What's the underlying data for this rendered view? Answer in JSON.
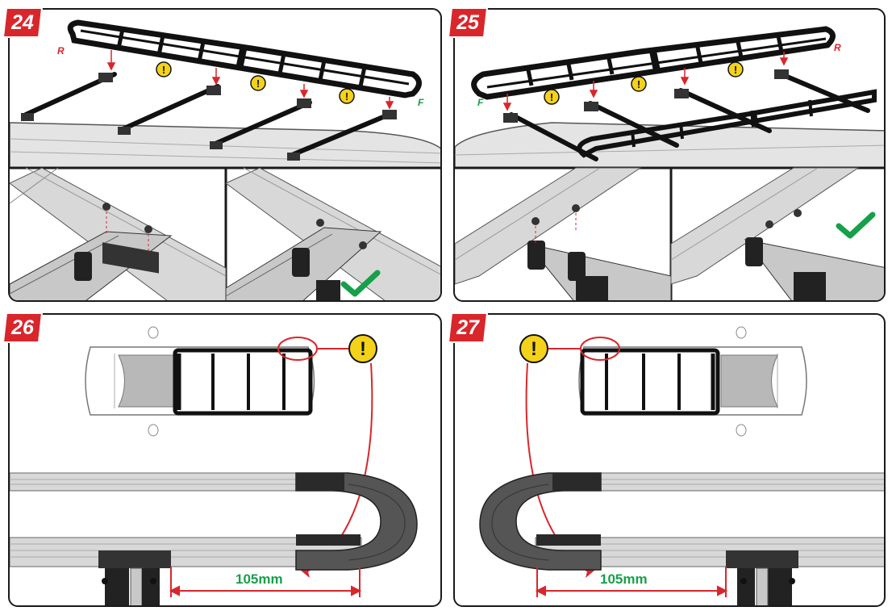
{
  "steps": [
    {
      "number": "24",
      "rear_label": "R",
      "front_label": "F"
    },
    {
      "number": "25",
      "rear_label": "R",
      "front_label": "F"
    },
    {
      "number": "26",
      "dimension": "105mm"
    },
    {
      "number": "27",
      "dimension": "105mm"
    }
  ],
  "colors": {
    "badge_red": "#d9262b",
    "arrow_red": "#d9262b",
    "warning_yellow": "#f5d21a",
    "check_green": "#17a04a",
    "dimension_green": "#17a04a"
  },
  "icons": [
    "warning-icon",
    "checkmark-icon",
    "arrow-icon"
  ]
}
